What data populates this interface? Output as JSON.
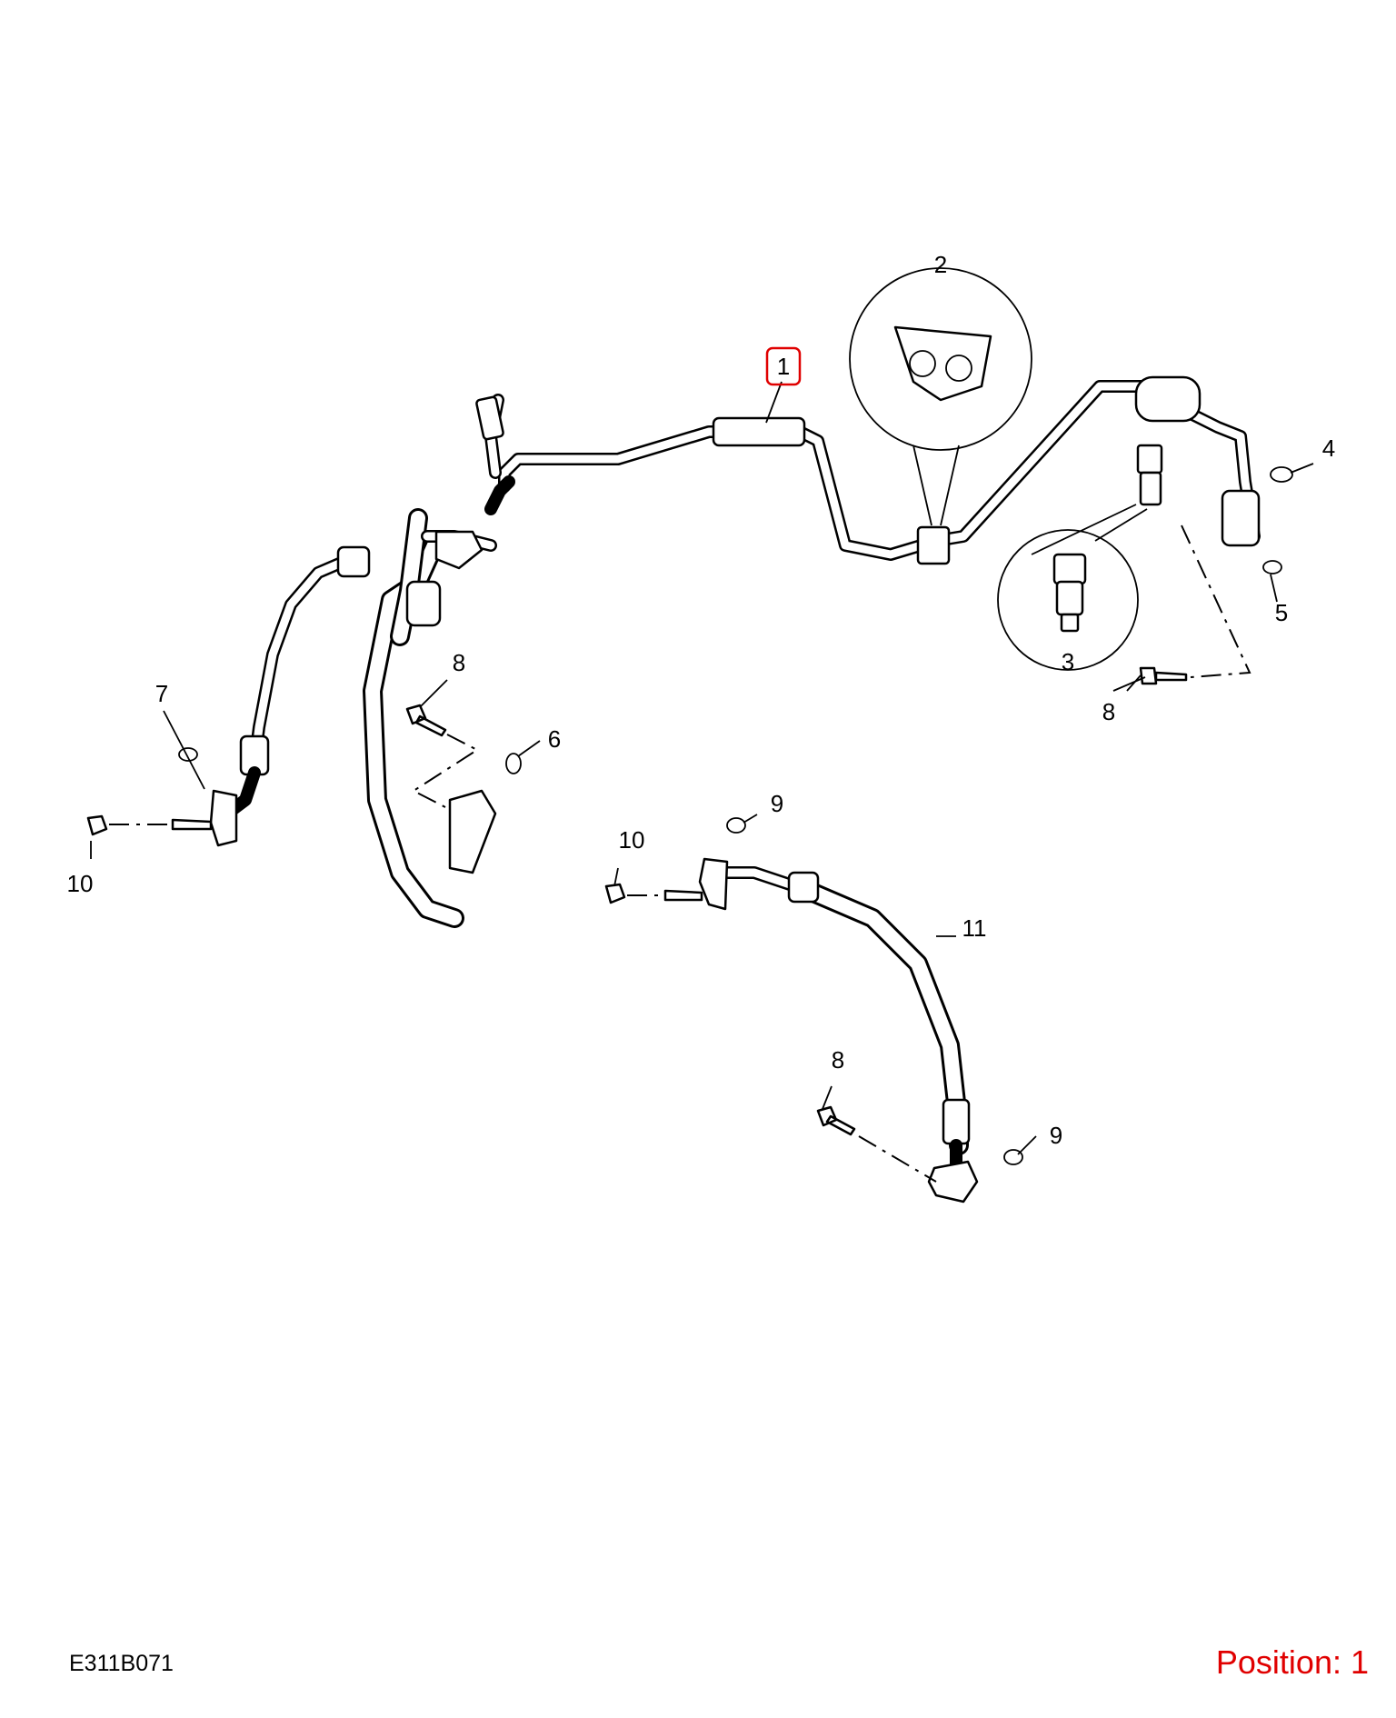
{
  "diagram": {
    "reference_code": "E311B071",
    "position_label": "Position: 1",
    "highlight_color": "#e00000",
    "callouts": [
      {
        "id": "c1",
        "label": "1",
        "highlighted": true
      },
      {
        "id": "c2",
        "label": "2"
      },
      {
        "id": "c3",
        "label": "3"
      },
      {
        "id": "c4",
        "label": "4"
      },
      {
        "id": "c5",
        "label": "5"
      },
      {
        "id": "c6",
        "label": "6"
      },
      {
        "id": "c7",
        "label": "7"
      },
      {
        "id": "c8a",
        "label": "8"
      },
      {
        "id": "c8b",
        "label": "8"
      },
      {
        "id": "c8c",
        "label": "8"
      },
      {
        "id": "c9a",
        "label": "9"
      },
      {
        "id": "c9b",
        "label": "9"
      },
      {
        "id": "c10a",
        "label": "10"
      },
      {
        "id": "c10b",
        "label": "10"
      },
      {
        "id": "c11",
        "label": "11"
      }
    ]
  }
}
